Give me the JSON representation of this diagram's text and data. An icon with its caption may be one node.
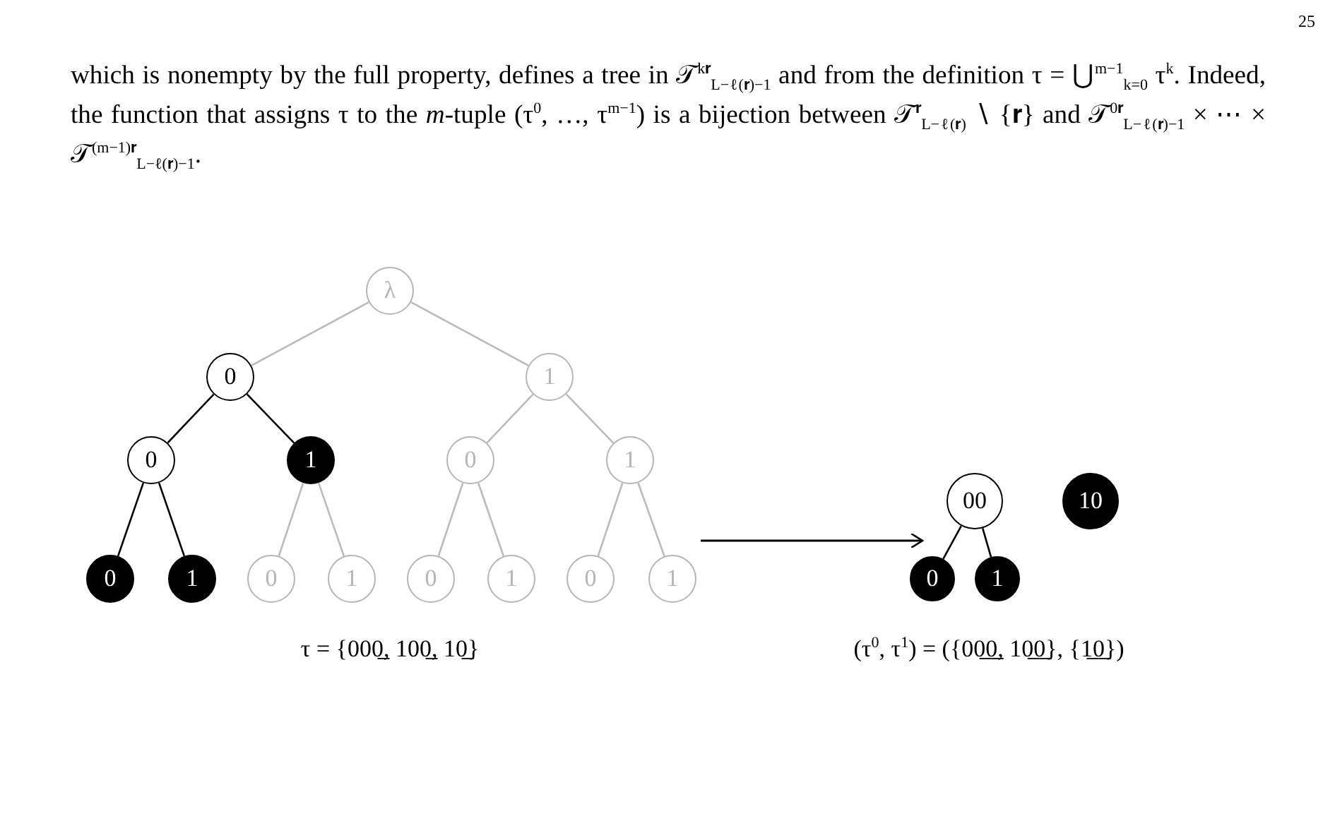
{
  "diagram": {
    "nodes": [
      {
        "text": [
          "λ"
        ]
      },
      {
        "text": [
          "0"
        ]
      },
      {
        "text": [
          "1"
        ]
      },
      {
        "text": [
          "0"
        ]
      },
      {
        "text": [
          "1"
        ]
      },
      {
        "text": [
          "0"
        ]
      },
      {
        "text": [
          "1"
        ]
      },
      {
        "text": [
          "0"
        ]
      },
      {
        "text": [
          "1"
        ]
      },
      {
        "text": [
          "0"
        ]
      },
      {
        "text": [
          "1"
        ]
      },
      {
        "text": [
          "0"
        ]
      },
      {
        "text": [
          "1"
        ]
      },
      {
        "text": [
          "0"
        ]
      },
      {
        "text": [
          "1"
        ]
      },
      {
        "text": [
          "00"
        ]
      },
      {
        "text": [
          "10"
        ]
      },
      {
        "text": [
          "0"
        ]
      },
      {
        "text": [
          "1"
        ]
      }
    ],
    "edges": [
      {
        "from": 0,
        "to": 1,
        "arrow": "none"
      },
      {
        "from": 0,
        "to": 2,
        "arrow": "none"
      },
      {
        "from": 1,
        "to": 3,
        "arrow": "none",
        "color": "#000000"
      },
      {
        "from": 1,
        "to": 4,
        "arrow": "none",
        "color": "#000000"
      },
      {
        "from": 2,
        "to": 5,
        "arrow": "none"
      },
      {
        "from": 2,
        "to": 6,
        "arrow": "none"
      },
      {
        "from": 3,
        "to": 7,
        "arrow": "none",
        "color": "#000000"
      },
      {
        "from": 3,
        "to": 8,
        "arrow": "none",
        "color": "#000000"
      },
      {
        "from": 4,
        "to": 9,
        "arrow": "none"
      },
      {
        "from": 4,
        "to": 10,
        "arrow": "none"
      },
      {
        "from": 5,
        "to": 11,
        "arrow": "none"
      },
      {
        "from": 5,
        "to": 12,
        "arrow": "none"
      },
      {
        "from": 6,
        "to": 13,
        "arrow": "none"
      },
      {
        "from": 6,
        "to": 14,
        "arrow": "none"
      },
      {
        "from": 15,
        "to": 17,
        "arrow": "none",
        "color": "#000000"
      },
      {
        "from": 15,
        "to": 18,
        "arrow": "none",
        "color": "#000000"
      }
    ],
    "labels": [
      "25",
      "which is nonempty by the full property, defines a tree in 𝒯$^{k𝐫}$$_{L−ℓ(𝐫)−1}$ and from the definition τ = ⋃$^{m−1}$$_{k=0}$ τ$^{k}$. Indeed, the function that assigns τ to the *m*-tuple (τ$^{0}$, …, τ$^{m−1}$) is a bijection between 𝒯$^{𝐫}$$_{L−ℓ(𝐫)}$ ∖ {𝐫} and 𝒯$^{0𝐫}$$_{L−ℓ(𝐫)−1}$ × ⋯ × 𝒯$^{(m−1)𝐫}$$_{L−ℓ(𝐫)−1}$.",
      "τ = {000̲, 100̲, 10̲}",
      "(τ$^{0}$, τ$^{1}$) = ({00̲0̲, 10̲0̲}, {1̲0̲})"
    ]
  }
}
